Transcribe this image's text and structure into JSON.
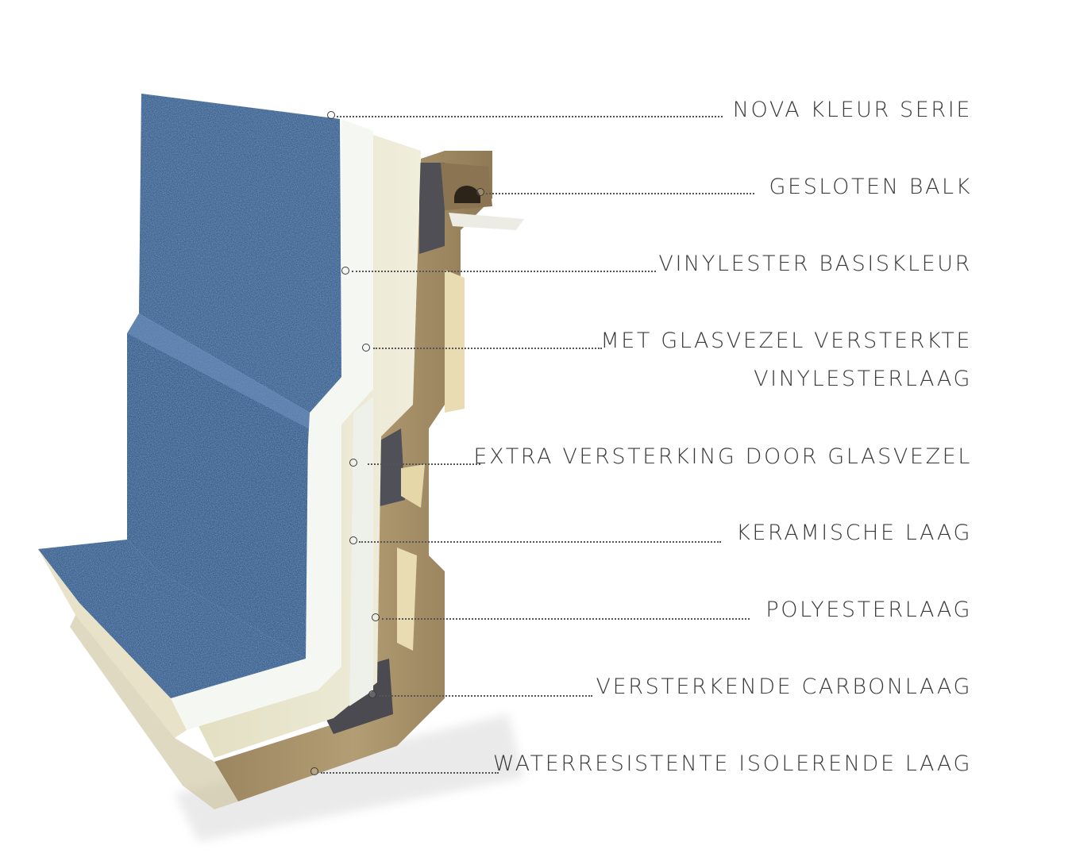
{
  "diagram": {
    "type": "layered cross-section of pool wall panel",
    "colors": {
      "surface_blue": "#3d6291",
      "vinylester_base": "#f4f6ee",
      "fiberglass_layer": "#e6e3c8",
      "ceramic_layer": "#f2f3ee",
      "polyester_layer": "#a8916a",
      "carbon_layer": "#4e4e52",
      "insulating_layer": "#e8dcb4",
      "text": "#3a3a3a",
      "background": "#ffffff"
    },
    "labels": [
      {
        "id": "nova",
        "text": "NOVA KLEUR SERIE"
      },
      {
        "id": "balk",
        "text": "GESLOTEN BALK"
      },
      {
        "id": "basis",
        "text": "VINYLESTER BASISKLEUR"
      },
      {
        "id": "glasvezel_line1",
        "text": "MET GLASVEZEL VERSTERKTE"
      },
      {
        "id": "glasvezel_line2",
        "text": "VINYLESTERLAAG"
      },
      {
        "id": "extra",
        "text": "EXTRA VERSTERKING DOOR GLASVEZEL"
      },
      {
        "id": "keramisch",
        "text": "KERAMISCHE LAAG"
      },
      {
        "id": "polyester",
        "text": "POLYESTERLAAG"
      },
      {
        "id": "carbon",
        "text": "VERSTERKENDE CARBONLAAG"
      },
      {
        "id": "water",
        "text": "WATERRESISTENTE ISOLERENDE LAAG"
      }
    ]
  }
}
